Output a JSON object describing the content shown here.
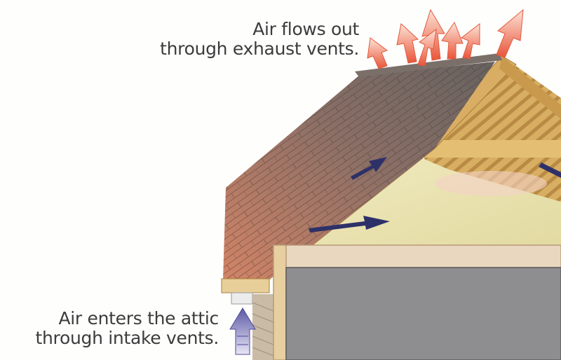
{
  "captions": {
    "exhaust": {
      "line1": "Air flows out",
      "line2": "through exhaust vents."
    },
    "intake": {
      "line1": "Air enters the attic",
      "line2": "through intake vents."
    }
  },
  "colors": {
    "shingle_top": "#6e6a66",
    "shingle_bottom": "#c97a62",
    "wood": "#d9ad63",
    "insulation": "#ece6b4",
    "wall": "#8e8e90",
    "exhaust_arrow": "#f07a52",
    "intake_arrow": "#6f6bb0",
    "flow_arrow": "#2e3168"
  }
}
